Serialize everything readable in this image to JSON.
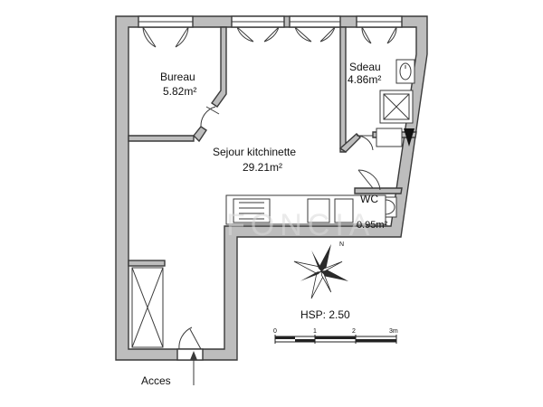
{
  "rooms": {
    "bureau": {
      "name": "Bureau",
      "area": "5.82m²"
    },
    "sdeau": {
      "name": "Sdeau",
      "area": "4.86m²"
    },
    "sejour": {
      "name": "Sejour kitchinette",
      "area": "29.21m²"
    },
    "wc": {
      "name": "WC",
      "area": "0.95m²"
    }
  },
  "entrance": {
    "label": "Acces"
  },
  "ceiling_height": {
    "label": "HSP: 2.50"
  },
  "scale_bar": {
    "ticks": [
      "0",
      "1",
      "2",
      "3m"
    ]
  },
  "compass": {
    "north_label": "N"
  },
  "watermark": {
    "text": "FONCIA"
  }
}
